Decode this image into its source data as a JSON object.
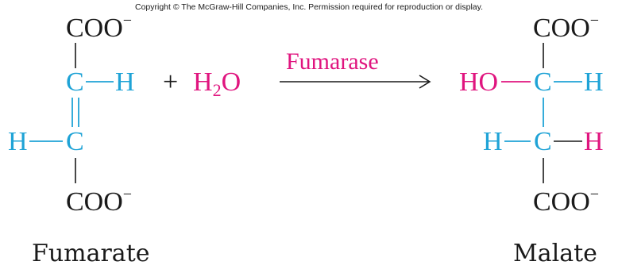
{
  "copyright": "Copyright © The McGraw-Hill Companies, Inc. Permission required for reproduction or display.",
  "enzyme": "Fumarase",
  "plus": "+",
  "water": {
    "h": "H",
    "sub": "2",
    "o": "O"
  },
  "fumarate": {
    "name": "Fumarate",
    "top_group": "COO",
    "bottom_group": "COO",
    "charge": "−",
    "c_upper": "C",
    "h_upper": "H",
    "c_lower": "C",
    "h_lower": "H"
  },
  "malate": {
    "name": "Malate",
    "top_group": "COO",
    "bottom_group": "COO",
    "charge": "−",
    "ho": "HO",
    "c_upper": "C",
    "h_upper": "H",
    "h_lower_left": "H",
    "c_lower": "C",
    "h_lower_right": "H"
  },
  "colors": {
    "carbon_backbone": "#1fa3d6",
    "added_water": "#e0157f",
    "text": "#1a1a1a"
  }
}
